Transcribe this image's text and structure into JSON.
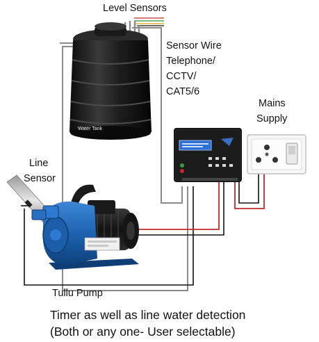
{
  "labels": {
    "level_sensors": "Level Sensors",
    "sensor_wire": [
      "Sensor Wire",
      "Telephone/",
      "CCTV/",
      "CAT5/6"
    ],
    "mains_supply": [
      "Mains",
      "Supply"
    ],
    "line_sensor": [
      "Line",
      "Sensor"
    ],
    "water_tank": "Water Tank",
    "tullu_pump": "Tullu Pump"
  },
  "caption": [
    "Timer as well as line water detection",
    "(Both or any one- User selectable)"
  ],
  "colors": {
    "tank": "#1b1b1b",
    "controller_body": "#111111",
    "lcd": "#2c6fd6",
    "pump_blue": "#1d63b0",
    "wire_red": "#c0292b",
    "wire_gray": "#888888",
    "wire_black": "#111111"
  }
}
